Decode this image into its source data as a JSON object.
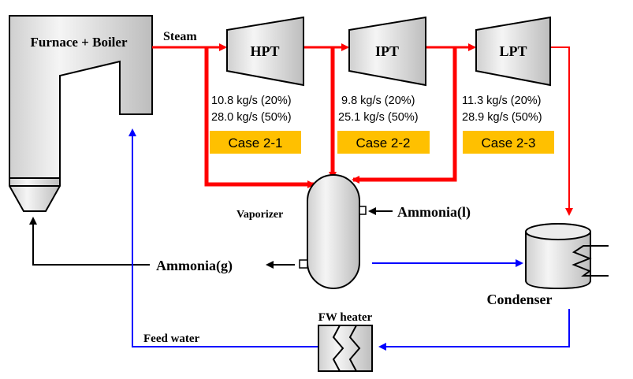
{
  "furnace": {
    "label": "Furnace + Boiler"
  },
  "steam_label": "Steam",
  "turbines": [
    {
      "label": "HPT",
      "flow_20": "10.8 kg/s (20%)",
      "flow_50": "28.0 kg/s (50%)",
      "case": "Case 2-1"
    },
    {
      "label": "IPT",
      "flow_20": "9.8 kg/s (20%)",
      "flow_50": "25.1 kg/s (50%)",
      "case": "Case 2-2"
    },
    {
      "label": "LPT",
      "flow_20": "11.3 kg/s (20%)",
      "flow_50": "28.9 kg/s (50%)",
      "case": "Case 2-3"
    }
  ],
  "vaporizer": {
    "label": "Vaporizer"
  },
  "ammonia_liquid": "Ammonia(l)",
  "ammonia_gas": "Ammonia(g)",
  "condenser": {
    "label": "Condenser"
  },
  "fw_heater": {
    "label": "FW heater"
  },
  "feed_water_label": "Feed water",
  "colors": {
    "steam": "#ff0000",
    "water": "#0000ff",
    "case_badge": "#ffc000",
    "equipment_fill": "#e6e6e6",
    "outline": "#000000"
  }
}
